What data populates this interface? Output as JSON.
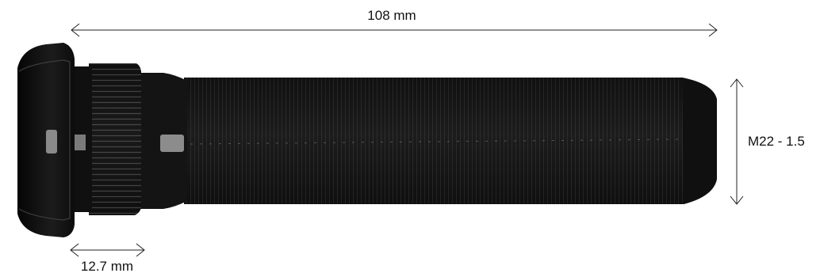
{
  "dimensions": {
    "length_label": "108 mm",
    "thread_label": "M22 - 1.5",
    "knurl_label": "12.7 mm"
  },
  "colors": {
    "part_body": "#151515",
    "part_highlight": "#3a3a3a",
    "dimension_line": "#222222",
    "background": "#ffffff"
  }
}
